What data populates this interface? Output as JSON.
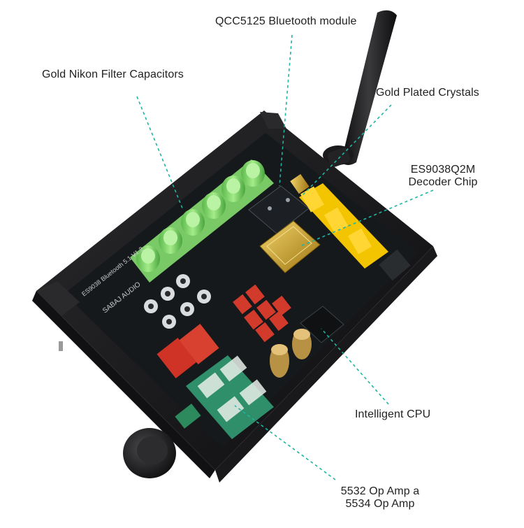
{
  "callouts": {
    "bluetooth": "QCC5125 Bluetooth module",
    "capacitors": "Gold Nikon Filter Capacitors",
    "crystals": "Gold Plated Crystals",
    "decoder_line1": "ES9038Q2M",
    "decoder_line2": "Decoder Chip",
    "cpu": "Intelligent CPU",
    "opamp_line1": "5532 Op Amp a",
    "opamp_line2": "5534 Op Amp"
  },
  "colors": {
    "leader": "#1fb5a3",
    "case": "#1c1c1e",
    "pcb": "#15181a",
    "capacitor": "#7fd36b",
    "holder": "#f3c400",
    "crystal": "#c9a02a",
    "relay_red": "#d23a2c",
    "film_cap": "#cf3326",
    "opamp_green": "#2f8f6a"
  },
  "board": {
    "silkscreen_model": "ES9038 Bluetooth 5.1 V1.2",
    "brand": "SABAJ AUDIO"
  }
}
